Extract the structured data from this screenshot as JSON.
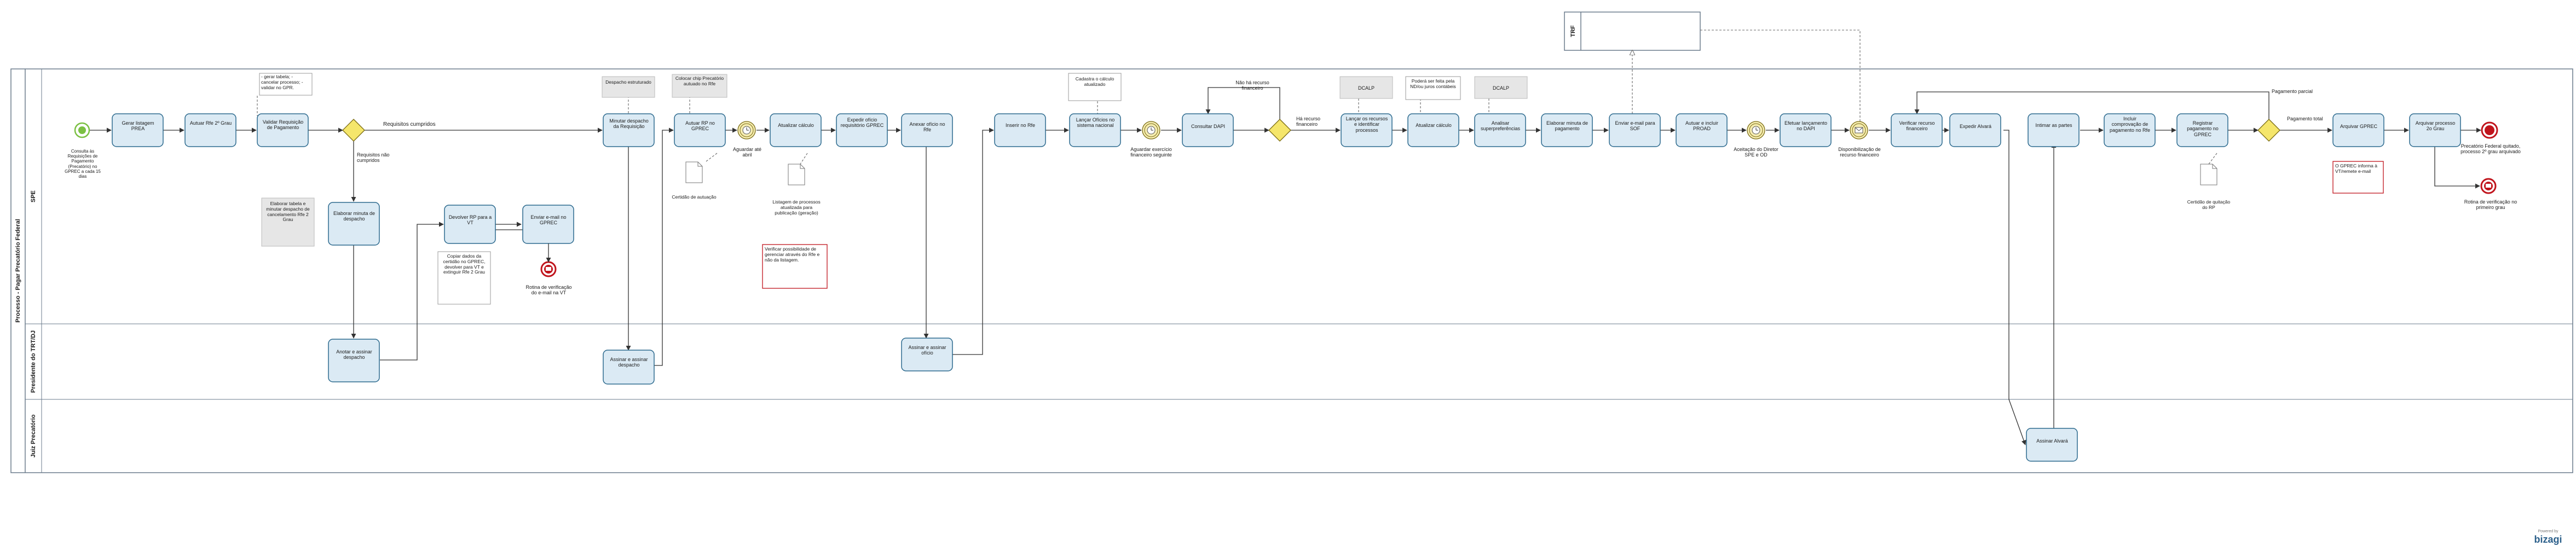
{
  "colors": {
    "task_fill": "#dbeaf4",
    "task_stroke": "#2d6a8e",
    "gateway_fill": "#f5e66b",
    "start_fill": "#7bc043",
    "end_fill": "#c0141c",
    "annotation_fill": "#e6e6e6",
    "lane_stroke": "#6b7b8c",
    "text": "#1a1a1a",
    "note_red": "#c0141c"
  },
  "pool": {
    "label": "Processo - Pagar Precatório Federal",
    "lanes": [
      "SPE",
      "Presidente do TRT/DJ",
      "Juiz Precatório"
    ]
  },
  "external_pool": {
    "label": "TRF"
  },
  "start": {
    "label": "Consulta às Requisições de Pagamento (Precatório) no GPREC a cada 15 dias"
  },
  "tasks": {
    "t1": "Gerar listagem PREA",
    "t2": "Autuar Rfe 2º Grau",
    "t3": "Validar Requisição de Pagamento",
    "t4": "Elaborar minuta de despacho",
    "t5": "Anotar e assinar despacho",
    "t6": "Devolver RP para a VT",
    "t7": "Enviar e-mail no GPREC",
    "t8": "Minutar despacho da Requisição",
    "t9": "Assinar e assinar despacho",
    "t10": "Autuar RP no GPREC",
    "t11": "Atualizar cálculo",
    "t12": "Expedir ofício requisitório GPREC",
    "t13": "Anexar ofício no Rfe",
    "t14": "Assinar e assinar ofício",
    "t15": "Inserir no Rfe",
    "t16": "Lançar Ofícios no sistema nacional",
    "t17": "Consultar DAPI",
    "t18": "Lançar os recursos e identificar processos",
    "t19": "Atualizar cálculo",
    "t20": "Analisar superpreferências",
    "t21": "Elaborar minuta de pagamento",
    "t22": "Enviar e-mail para SOF",
    "t23": "Autuar e incluir PROAD",
    "t24": "Efetuar lançamento no DAPI",
    "t25": "Verificar recurso financeiro",
    "t26": "Expedir Alvará",
    "t27": "Assinar Alvará",
    "t28": "Intimar as partes",
    "t29": "Incluir comprovação de pagamento no Rfe",
    "t30": "Registrar pagamento no GPREC",
    "t31": "Arquivar GPREC",
    "t32": "Arquivar processo 2o Grau"
  },
  "gateways": {
    "g1_yes": "Requisitos cumpridos",
    "g1_no": "Requisitos não cumpridos",
    "g2_top": "Não há recurso financeiro",
    "g2_right": "Há recurso financeiro",
    "g3_top": "Pagamento parcial",
    "g3_right": "Pagamento total"
  },
  "events": {
    "ie1": "Aguardar até abril",
    "ie2": "Aguardar exercício financeiro seguinte",
    "ie3": "Aceitação do Diretor SPE e OD",
    "ie4": "Disponibilização de recurso financeiro",
    "end1": "Rotina de verificação do e-mail na VT",
    "end2": "Precatório Federal quitado, processo 2º grau arquivado",
    "end3": "Rotina de verificação no primeiro grau"
  },
  "annotations": {
    "a1": "- gerar tabela; - cancelar processo; - validar no GPR.",
    "a2": "Elaborar tabela e minutar despacho de cancelamento Rfe 2 Grau",
    "a3": "Copiar dados da certidão no GPREC, devolver para VT e extinguir Rfe 2 Grau",
    "a4": "Despacho estruturado",
    "a5": "Colocar chip Precatório autuado no Rfe",
    "a6": "Cadastra o cálculo atualizado",
    "a7": "DCALP",
    "a8": "Poderá ser feita pela ND/ou juros contábeis",
    "a9": "DCALP",
    "a10": "Verificar possibilidade de gerenciar através do Rfe e não da listagem.",
    "a11": "O GPREC informa à VT/remete e-mail"
  },
  "documents": {
    "d1": "Certidão de autuação",
    "d2": "Listagem de processos atualizada para publicação (geração)",
    "d3": "Certidão de quitação do RP"
  },
  "logo": {
    "text": "bizagi",
    "caption": "Powered by"
  }
}
